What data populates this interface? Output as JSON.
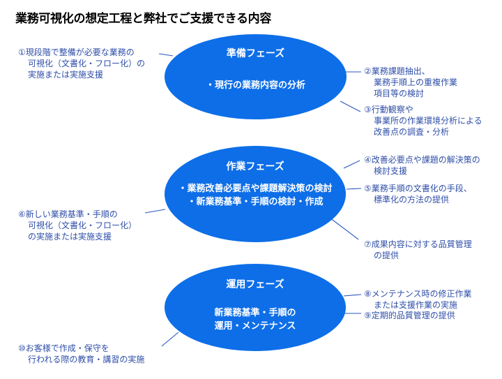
{
  "title": "業務可視化の想定工程と弊社でご支援できる内容",
  "colors": {
    "phase_fill": "#0d6ee8",
    "note_text": "#2f4fa8",
    "connector": "#2a55c0"
  },
  "phases": [
    {
      "name": "準備フェーズ",
      "items": [
        "・現行の業務内容の分析"
      ]
    },
    {
      "name": "作業フェーズ",
      "items": [
        "・業務改善必要点や課題解決策の検討",
        "・新業務基準・手順の検討・作成"
      ]
    },
    {
      "name": "運用フェーズ",
      "items": [
        "新業務基準・手順の",
        "運用・メンテナンス"
      ]
    }
  ],
  "notes": [
    {
      "lines": [
        "①現段階で整備が必要な業務の",
        "可視化（文書化・フロー化）の",
        "実施または実施支援"
      ]
    },
    {
      "lines": [
        "②業務課題抽出、",
        "業務手順上の重複作業",
        "項目等の検討"
      ]
    },
    {
      "lines": [
        "③行動観察や",
        "事業所の作業環境分析による",
        "改善点の調査・分析"
      ]
    },
    {
      "lines": [
        "④改善必要点や課題の解決策の",
        "検討支援"
      ]
    },
    {
      "lines": [
        "⑤業務手順の文書化の手段、",
        "標準化の方法の提供"
      ]
    },
    {
      "lines": [
        "⑥新しい業務基準・手順の",
        "可視化（文書化・フロー化）",
        "の実施または実施支援"
      ]
    },
    {
      "lines": [
        "⑦成果内容に対する品質管理",
        "の提供"
      ]
    },
    {
      "lines": [
        "⑧メンテナンス時の修正作業",
        "または支援作業の実施"
      ]
    },
    {
      "lines": [
        "⑨定期的品質管理の提供"
      ]
    },
    {
      "lines": [
        "⑩お客様で作成・保守を",
        "行われる際の教育・講習の実施"
      ]
    }
  ]
}
